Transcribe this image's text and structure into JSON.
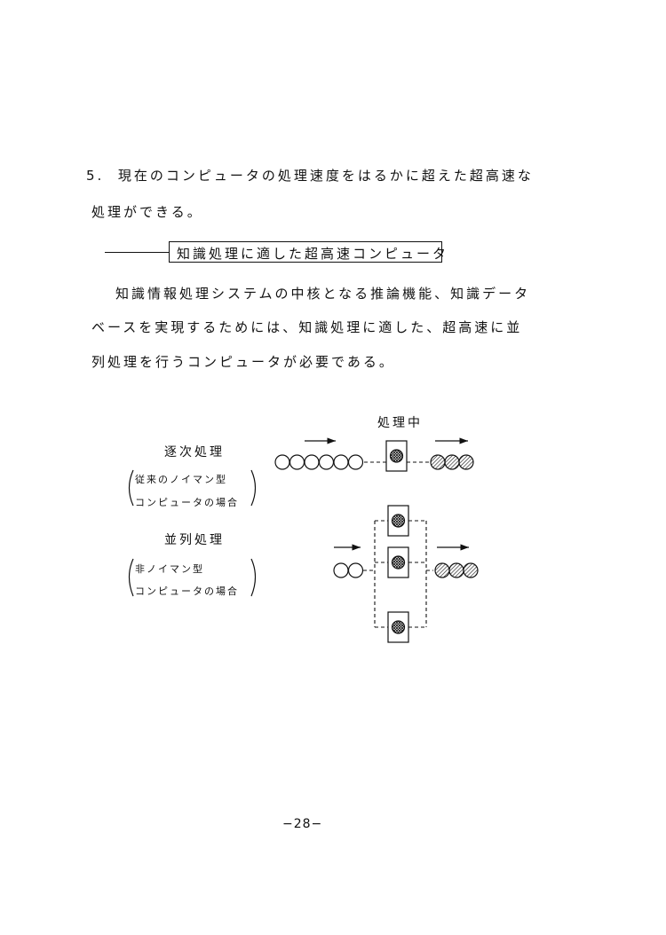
{
  "item5": {
    "number": "5.",
    "line1": "現在のコンピュータの処理速度をはるかに超えた超高速な",
    "line2": "処理ができる。"
  },
  "heading": "知識処理に適した超高速コンピュータ",
  "paragraph": [
    "知識情報処理システムの中核となる推論機能、知識データ",
    "ベースを実現するためには、知識処理に適した、超高速に並",
    "列処理を行うコンピュータが必要である。"
  ],
  "diagram": {
    "processing_label": "処理中",
    "sequential": {
      "title": "逐次処理",
      "note_line1": "従来のノイマン型",
      "note_line2": "コンピュータの場合",
      "input_items": 6,
      "processors": 1,
      "output_items": 3
    },
    "parallel": {
      "title": "並列処理",
      "note_line1": "非ノイマン型",
      "note_line2": "コンピュータの場合",
      "input_items": 2,
      "processors": 3,
      "output_items": 3
    }
  },
  "page_number": "−28−"
}
